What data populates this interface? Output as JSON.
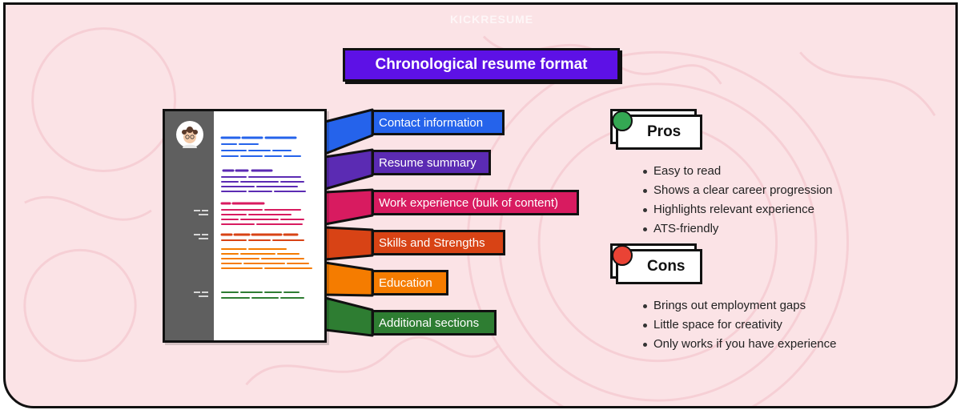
{
  "watermark": "KICKRESUME",
  "title": "Chronological resume format",
  "sections": [
    {
      "label": "Contact information",
      "color": "#2563eb"
    },
    {
      "label": "Resume summary",
      "color": "#5b2bb3"
    },
    {
      "label": "Work experience (bulk of content)",
      "color": "#d81b60"
    },
    {
      "label": "Skills and Strengths",
      "color": "#d84315"
    },
    {
      "label": "Education",
      "color": "#f57c00"
    },
    {
      "label": "Additional sections",
      "color": "#2e7d32"
    }
  ],
  "pros": {
    "heading": "Pros",
    "dot_color": "#34a853",
    "items": [
      "Easy to read",
      "Shows a clear career progression",
      "Highlights relevant experience",
      "ATS-friendly"
    ]
  },
  "cons": {
    "heading": "Cons",
    "dot_color": "#ea4335",
    "items": [
      "Brings out employment gaps",
      "Little space for creativity",
      "Only works if you have experience"
    ]
  }
}
